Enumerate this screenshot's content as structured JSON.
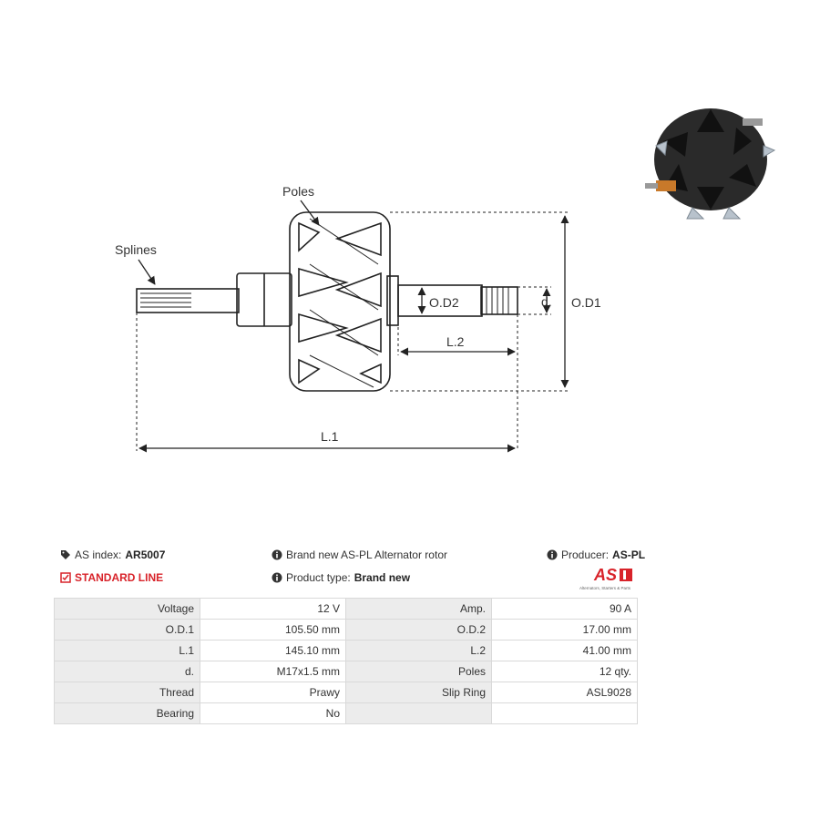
{
  "drawing": {
    "labels": {
      "splines": "Splines",
      "poles": "Poles",
      "od2": "O.D2",
      "d": "d.",
      "od1": "O.D1",
      "l2": "L.2",
      "l1": "L.1"
    }
  },
  "photo": {
    "icon": "alternator-rotor-photo"
  },
  "info": {
    "index_label": "AS index:",
    "index_value": "AR5007",
    "line_label": "STANDARD LINE",
    "description": "Brand new AS-PL Alternator rotor",
    "product_type_label": "Product type:",
    "product_type_value": "Brand new",
    "producer_label": "Producer:",
    "producer_value": "AS-PL",
    "logo_text": "AS",
    "logo_tagline": "Alternators, Starters & Parts",
    "colors": {
      "accent": "#d8232a"
    }
  },
  "specs": [
    {
      "k1": "Voltage",
      "v1": "12 V",
      "k2": "Amp.",
      "v2": "90 A"
    },
    {
      "k1": "O.D.1",
      "v1": "105.50 mm",
      "k2": "O.D.2",
      "v2": "17.00 mm"
    },
    {
      "k1": "L.1",
      "v1": "145.10 mm",
      "k2": "L.2",
      "v2": "41.00 mm"
    },
    {
      "k1": "d.",
      "v1": "M17x1.5 mm",
      "k2": "Poles",
      "v2": "12 qty."
    },
    {
      "k1": "Thread",
      "v1": "Prawy",
      "k2": "Slip Ring",
      "v2": "ASL9028"
    },
    {
      "k1": "Bearing",
      "v1": "No",
      "k2": "",
      "v2": ""
    }
  ]
}
